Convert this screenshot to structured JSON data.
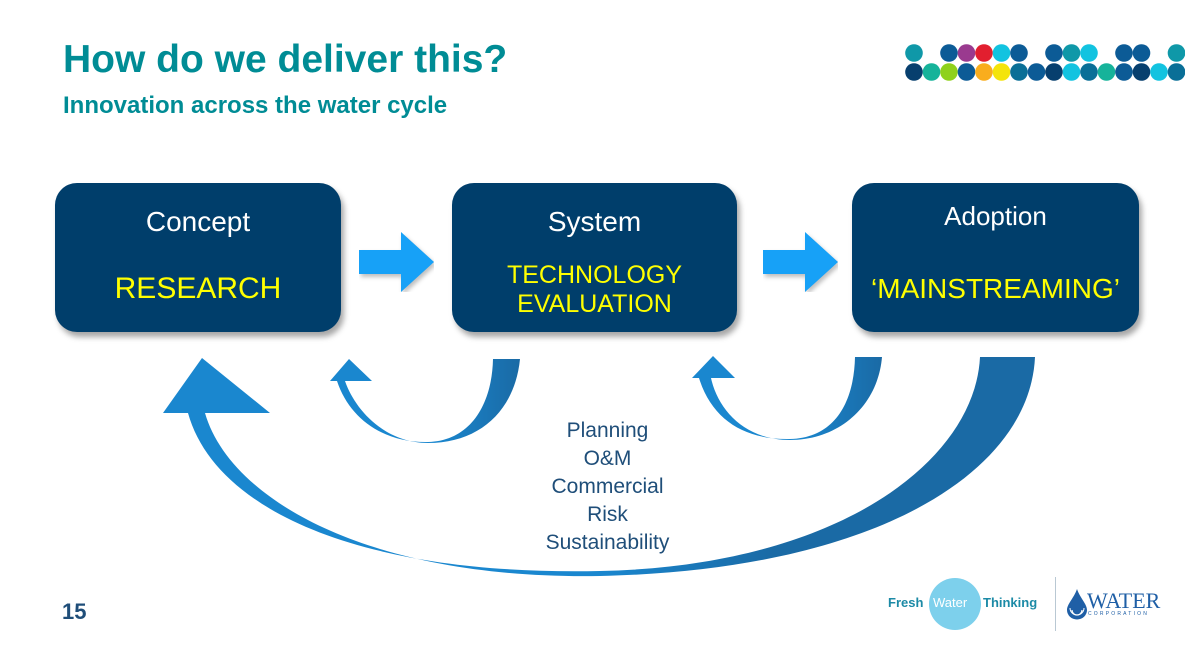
{
  "header": {
    "title": "How do we deliver this?",
    "subtitle": "Innovation across the water cycle"
  },
  "brand_dots": {
    "top_row": [
      "#0f98a8",
      null,
      "#0c5b96",
      "#9a3a8f",
      "#e21f2f",
      "#12c3e0",
      "#0c5b96",
      null,
      "#0c5b96",
      "#0f98a8",
      "#12c3e0",
      null,
      "#0c5b96",
      "#0c5b96",
      null,
      "#0f98a8"
    ],
    "bottom_row": [
      "#073f6e",
      "#16b39a",
      "#8fd11b",
      "#0c5b96",
      "#f9ad1d",
      "#f4e40b",
      "#0a6f97",
      "#0c5b96",
      "#073f6e",
      "#12c3e0",
      "#0a6f97",
      "#16b39a",
      "#0c5b96",
      "#073f6e",
      "#12c3e0",
      "#0a6f97"
    ]
  },
  "stages": [
    {
      "heading": "Concept",
      "label": "RESEARCH"
    },
    {
      "heading": "System",
      "label_lines": [
        "TECHNOLOGY",
        "EVALUATION"
      ]
    },
    {
      "heading": "Adoption",
      "label": "‘MAINSTREAMING’"
    }
  ],
  "flow_arrows": [
    "right-arrow",
    "right-arrow"
  ],
  "feedback_loops": [
    "small-loop-system-to-concept",
    "small-loop-adoption-to-system",
    "large-loop-adoption-to-concept"
  ],
  "factors": [
    "Planning",
    "O&M",
    "Commercial",
    "Risk",
    "Sustainability"
  ],
  "footer": {
    "page_number": "15",
    "logo_fwt": {
      "word1": "Fresh",
      "word2": "Water",
      "word3": "Thinking"
    },
    "logo_wc": {
      "name": "WATER",
      "sub": "CORPORATION"
    }
  },
  "colors": {
    "title": "#008c95",
    "box": "#003e6b",
    "box_heading": "#ffffff",
    "box_label": "#ffff00",
    "flow_arrow": "#17a1f7",
    "curve_light": "#1a87cf",
    "curve_dark": "#1a6aa5",
    "factor_text": "#1f4e79"
  }
}
